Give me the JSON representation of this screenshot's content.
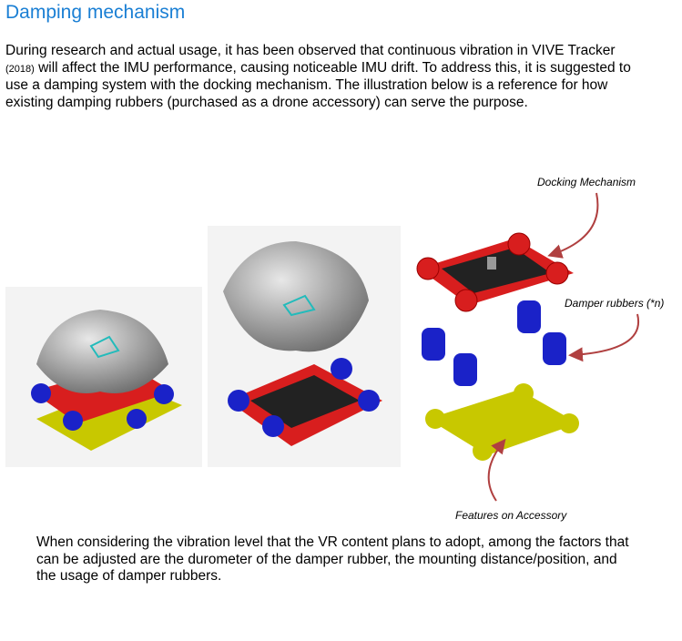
{
  "title": "Damping mechanism",
  "intro": {
    "part1": "During research and actual usage, it has been observed that continuous vibration in VIVE Tracker ",
    "small": "(2018)",
    "part2": " will affect the IMU performance, causing noticeable IMU drift. To address this, it is suggested to use a damping system with the docking mechanism. The illustration below is a reference for how existing damping rubbers (purchased as a drone accessory) can serve the purpose."
  },
  "figure": {
    "labels": {
      "docking": "Docking Mechanism",
      "dampers": "Damper rubbers (*n)",
      "features": "Features on Accessory"
    }
  },
  "outro": "When considering the vibration level that the VR content plans to adopt, among the factors that can be adjusted are the durometer of the damper rubber, the mounting distance/position, and the usage of damper rubbers.",
  "colors": {
    "title": "#1a7fd4",
    "plate": "#d81e1e",
    "rubber": "#1a22c8",
    "base": "#c8c800",
    "arrow": "#b04040"
  }
}
